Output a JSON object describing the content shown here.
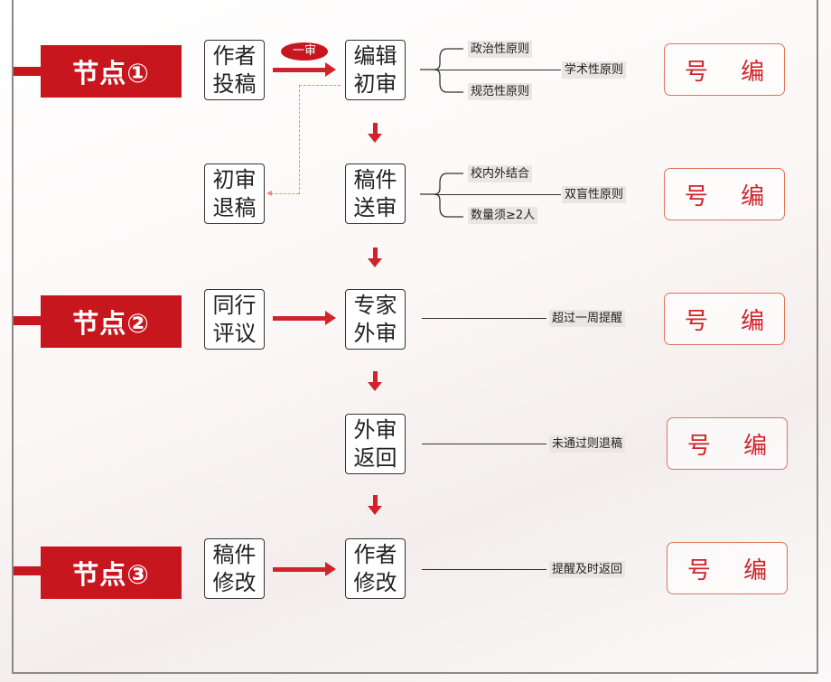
{
  "nodes": [
    "节点①",
    "节点②",
    "节点③"
  ],
  "boxes": {
    "author_submit": [
      "作者",
      "投稿"
    ],
    "editor_review": [
      "编辑",
      "初审"
    ],
    "initial_reject": [
      "初审",
      "退稿"
    ],
    "send_review": [
      "稿件",
      "送审"
    ],
    "peer_review": [
      "同行",
      "评议"
    ],
    "expert_review": [
      "专家",
      "外审"
    ],
    "review_return": [
      "外审",
      "返回"
    ],
    "manuscript_revise": [
      "稿件",
      "修改"
    ],
    "author_revise": [
      "作者",
      "修改"
    ]
  },
  "pill": "一审",
  "notes": {
    "row1": [
      "政治性原则",
      "学术性原则",
      "规范性原则"
    ],
    "row2": [
      "校内外结合",
      "双盲性原则",
      "数量须≥2人"
    ],
    "row3": "超过一周提醒",
    "row4": "未通过则退稿",
    "row5": "提醒及时返回"
  },
  "editor_label": "号 编",
  "colors": {
    "accent": "#c8161e",
    "border": "#e0735a"
  }
}
